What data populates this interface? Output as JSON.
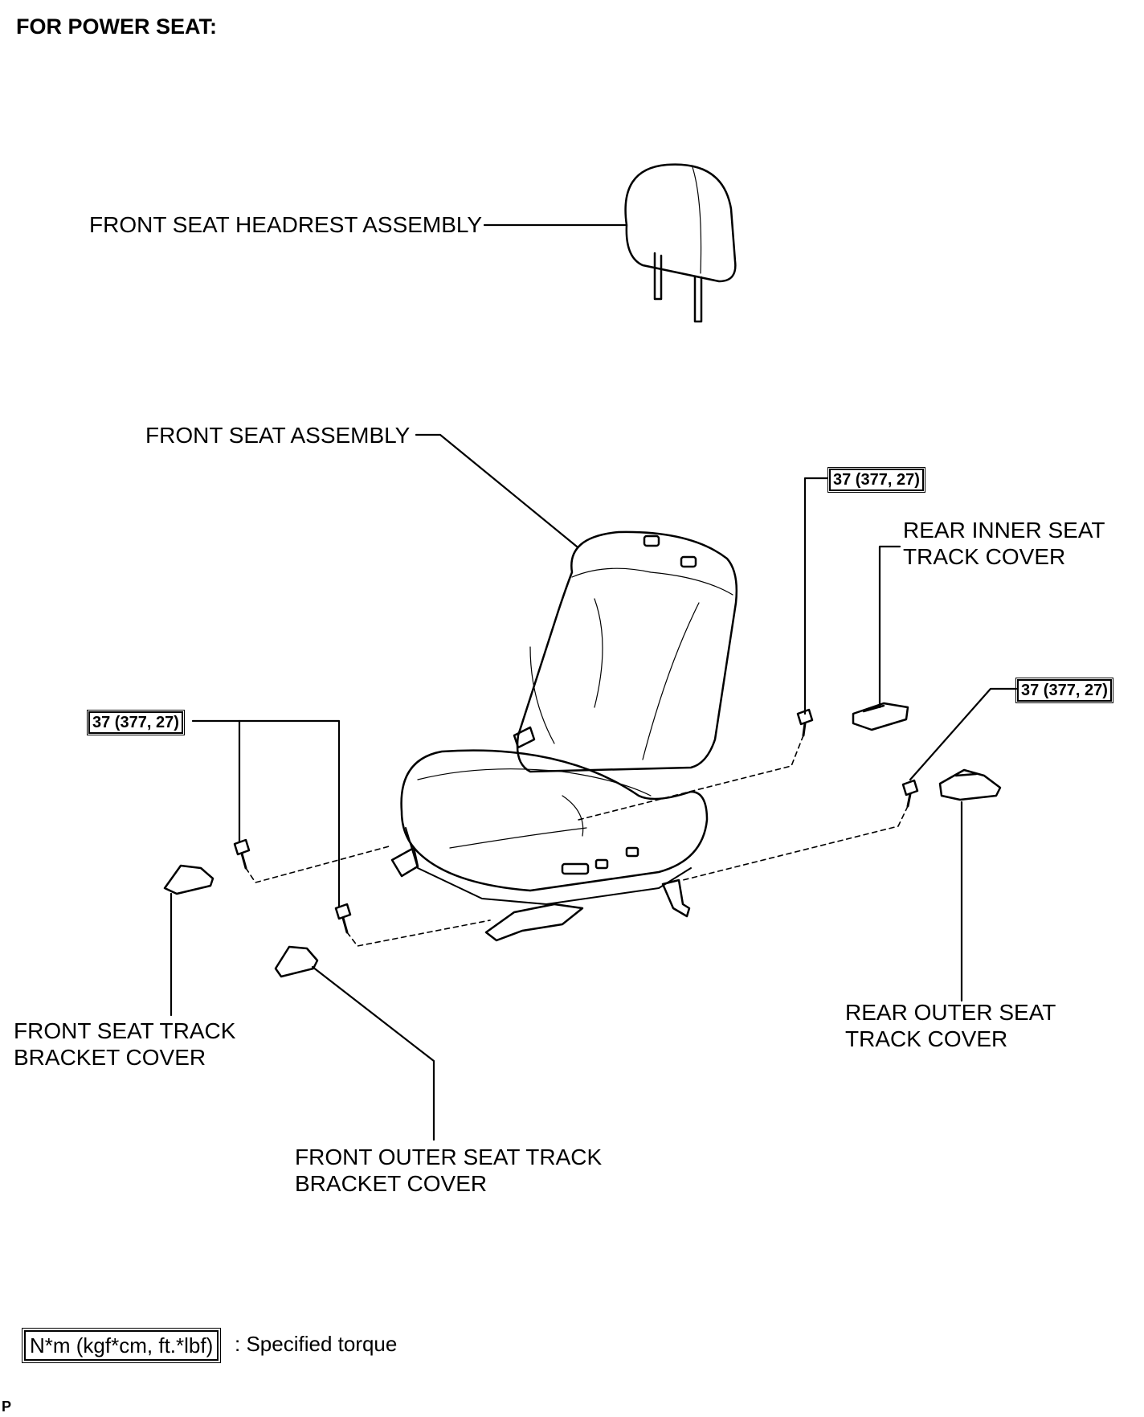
{
  "title": "FOR POWER SEAT:",
  "labels": {
    "headrest": "FRONT SEAT HEADREST ASSEMBLY",
    "seat": "FRONT SEAT ASSEMBLY",
    "rear_inner": "REAR INNER SEAT\nTRACK COVER",
    "rear_outer": "REAR OUTER SEAT\nTRACK COVER",
    "front_track": "FRONT SEAT TRACK\nBRACKET COVER",
    "front_outer": "FRONT OUTER SEAT TRACK\nBRACKET COVER"
  },
  "torque": {
    "left": "37 (377, 27)",
    "top_right": "37 (377, 27)",
    "right": "37 (377, 27)"
  },
  "legend": {
    "unit": "N*m (kgf*cm, ft.*lbf)",
    "text": ": Specified torque"
  },
  "corner_mark": "P"
}
